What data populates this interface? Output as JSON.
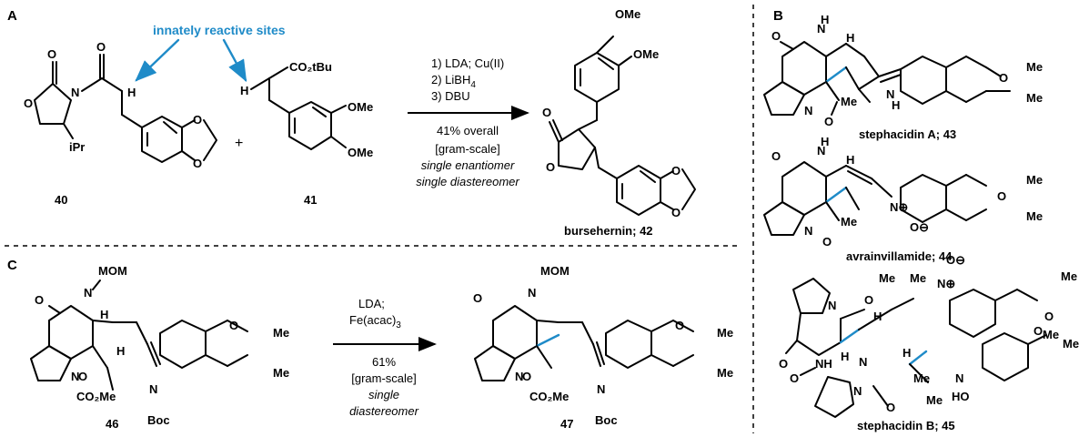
{
  "colors": {
    "accent": "#1f8bc8",
    "ink": "#000000"
  },
  "panels": {
    "a": "A",
    "b": "B",
    "c": "C"
  },
  "panel_a": {
    "annotation": "innately reactive sites",
    "plus": "+",
    "reagents": [
      "1) LDA; Cu(II)",
      "2) LiBH",
      "3) DBU"
    ],
    "reagent_sub": "4",
    "yield": "41% overall",
    "scale": "[gram-scale]",
    "selectivity": [
      "single enantiomer",
      "single diastereomer"
    ],
    "compounds": {
      "c40": "40",
      "c41": "41",
      "c42": "bursehernin; 42"
    }
  },
  "panel_b": {
    "compounds": {
      "c43": "stephacidin A; 43",
      "c44": "avrainvillamide; 44",
      "c45": "stephacidin B; 45"
    }
  },
  "panel_c": {
    "reagents": [
      "LDA;",
      "Fe(acac)"
    ],
    "reagent_sub": "3",
    "yield": "61%",
    "scale": "[gram-scale]",
    "selectivity": [
      "single",
      "diastereomer"
    ],
    "compounds": {
      "c46": "46",
      "c47": "47"
    }
  },
  "atoms": {
    "O": "O",
    "N": "N",
    "H": "H",
    "NH": "NH",
    "HO": "HO",
    "iPr": "iPr",
    "CO2tBu": "CO₂tBu",
    "OMe": "OMe",
    "Me": "Me",
    "MOM": "MOM",
    "CO2Me": "CO₂Me",
    "Boc": "Boc",
    "Nplus": "N⊕",
    "Ominus": "O⊖"
  }
}
